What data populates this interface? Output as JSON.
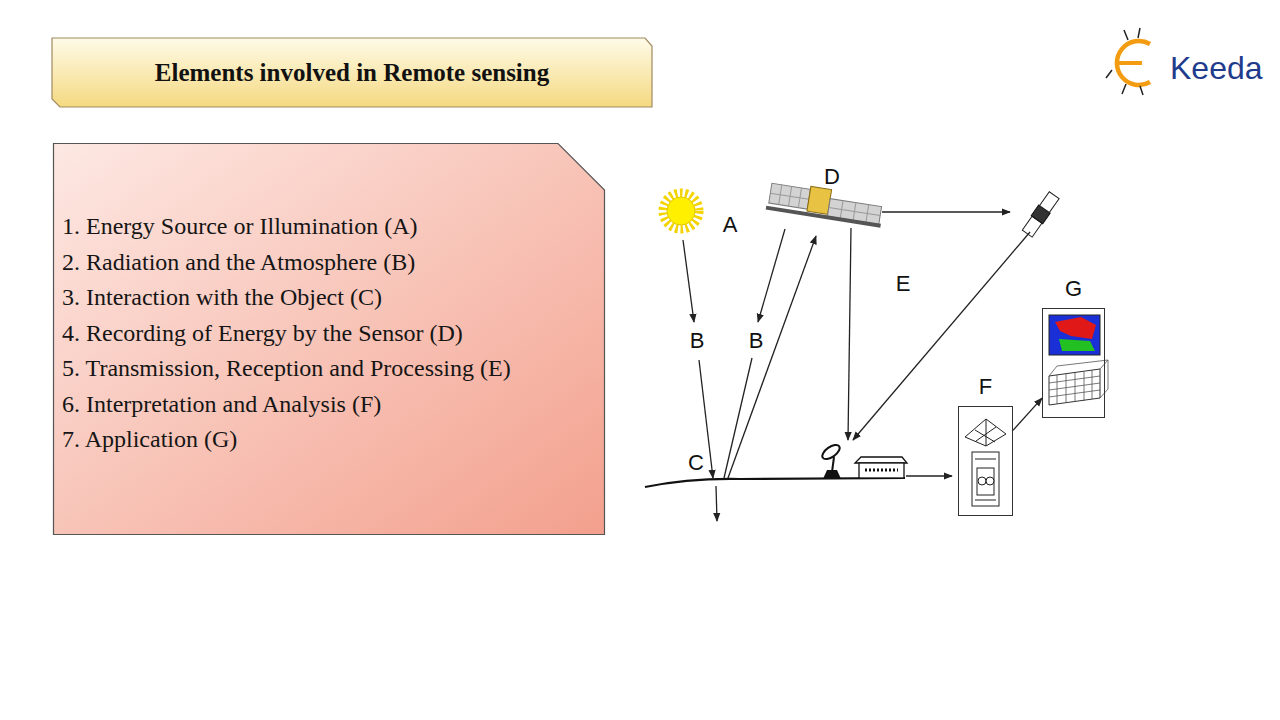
{
  "diagram": {
    "title": "Elements involved in Remote sensing",
    "nodes": [
      {
        "text": [
          "1. Energy Source or Illumination (A)",
          "2. Radiation and the Atmosphere (B)",
          "3. Interaction with the Object (C)",
          "4. Recording of Energy by the Sensor (D)",
          "5. Transmission, Reception and Processing (E)",
          "6. Interpretation and Analysis (F)",
          "7. Application (G)"
        ]
      },
      {
        "text": [
          "F"
        ]
      },
      {
        "text": [
          "G"
        ]
      }
    ],
    "edges": [
      {
        "from": 1,
        "to": 2,
        "arrow": "to"
      }
    ],
    "labels": [
      "A",
      "B",
      "B",
      "C",
      "D",
      "E",
      "Keeda"
    ]
  }
}
